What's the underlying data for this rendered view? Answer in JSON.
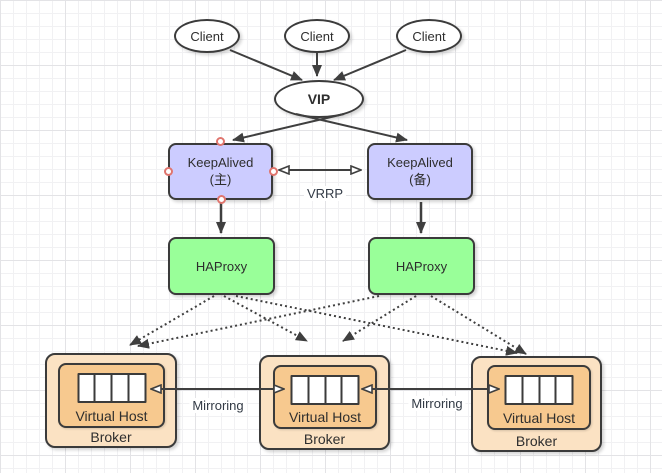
{
  "diagram": {
    "clients": [
      {
        "label": "Client"
      },
      {
        "label": "Client"
      },
      {
        "label": "Client"
      }
    ],
    "vip": {
      "label": "VIP"
    },
    "keepalived": [
      {
        "name": "KeepAlived",
        "role": "(主)"
      },
      {
        "name": "KeepAlived",
        "role": "(备)"
      }
    ],
    "vrrp_label": "VRRP",
    "haproxy": [
      {
        "label": "HAProxy"
      },
      {
        "label": "HAProxy"
      }
    ],
    "mirroring_labels": [
      "Mirroring",
      "Mirroring"
    ],
    "brokers": [
      {
        "virtual_host_label": "Virtual Host",
        "broker_label": "Broker",
        "queue_cells": 4
      },
      {
        "virtual_host_label": "Virtual Host",
        "broker_label": "Broker",
        "queue_cells": 4
      },
      {
        "virtual_host_label": "Virtual Host",
        "broker_label": "Broker",
        "queue_cells": 4
      }
    ],
    "colors": {
      "keepalived_fill": "#CCCCFF",
      "haproxy_fill": "#99FF99",
      "broker_fill": "#FBE2C3",
      "virtual_host_fill": "#F7C98F",
      "queue_fill": "#FFFFFF",
      "node_stroke": "#3B3B3B",
      "edge_color": "#3F3F3F",
      "connection_point_color": "#E0756E"
    }
  }
}
